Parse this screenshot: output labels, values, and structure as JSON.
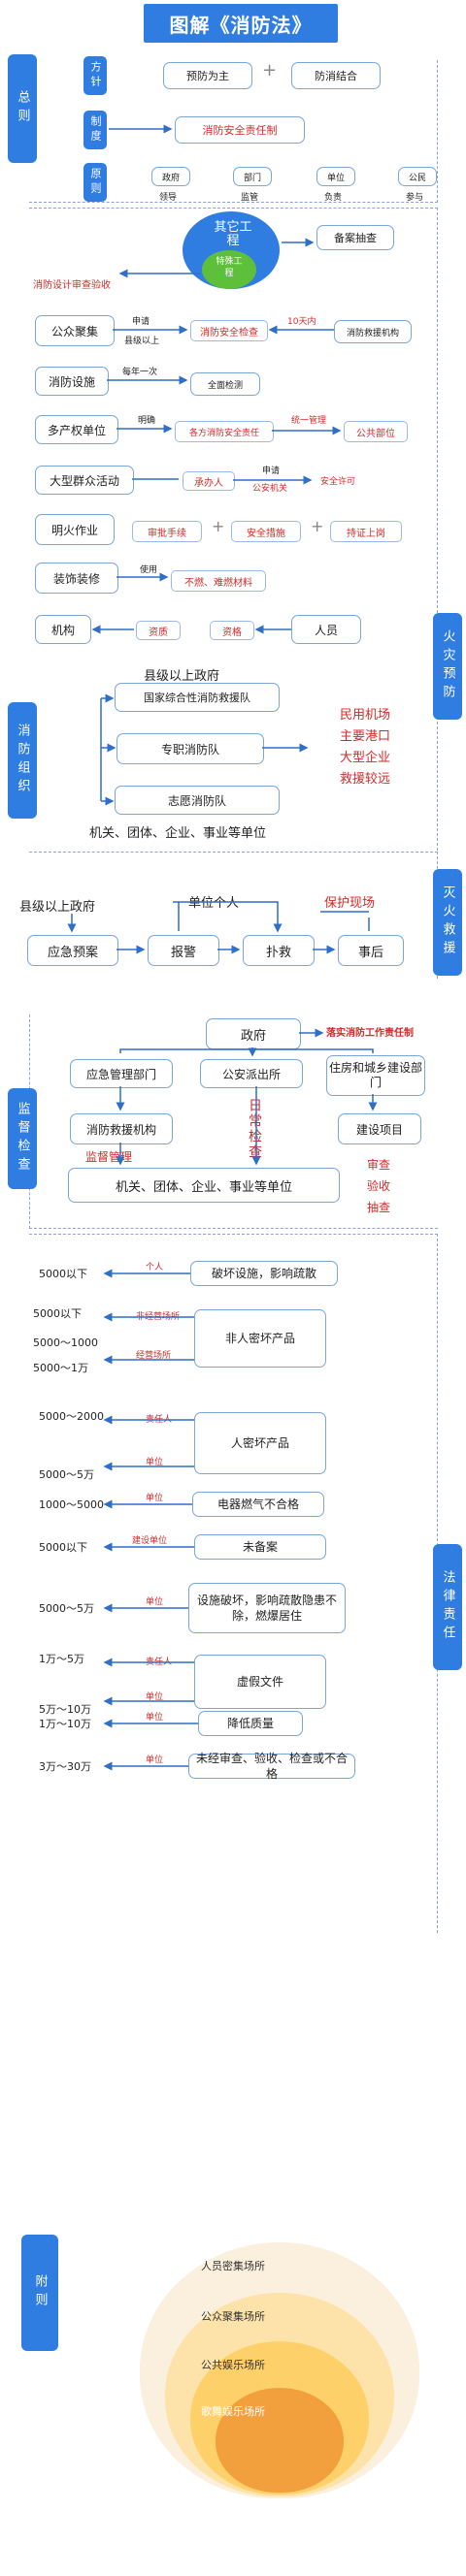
{
  "title": "图解《消防法》",
  "sections": {
    "general": "总则",
    "prevention": "火灾预防",
    "organization": "消防组织",
    "rescue": "灭火救援",
    "supervision": "监督检查",
    "liability": "法律责任",
    "appendix": "附则"
  },
  "general": {
    "policy_label": "方针",
    "policy_a": "预防为主",
    "policy_plus": "+",
    "policy_b": "防消结合",
    "system_label": "制度",
    "system_value": "消防安全责任制",
    "principle_label": "原则",
    "principles": [
      {
        "top": "政府",
        "bottom": "领导"
      },
      {
        "top": "部门",
        "bottom": "监管"
      },
      {
        "top": "单位",
        "bottom": "负责"
      },
      {
        "top": "公民",
        "bottom": "参与"
      }
    ]
  },
  "prevention": {
    "other_project": "其它工程",
    "special_project": "特殊工程",
    "filing": "备案抽查",
    "design_review": "消防设计审查验收",
    "gathering": "公众聚集",
    "apply": "申请",
    "county_above": "县级以上",
    "safety_check": "消防安全检查",
    "ten_days": "10天内",
    "rescue_agency": "消防救援机构",
    "facility": "消防设施",
    "yearly": "每年一次",
    "full_check": "全面检测",
    "multi_owner": "多产权单位",
    "clarify": "明确",
    "each_resp": "各方消防安全责任",
    "unified": "统一管理",
    "public_part": "公共部位",
    "large_event": "大型群众活动",
    "undertaker": "承办人",
    "apply2": "申请",
    "police_org": "公安机关",
    "safety_permit": "安全许可",
    "open_fire": "明火作业",
    "approval": "审批手续",
    "safety_measures": "安全措施",
    "certified": "持证上岗",
    "decoration": "装饰装修",
    "use": "使用",
    "nonflammable": "不燃、难燃材料",
    "institution": "机构",
    "qualification": "资质",
    "competence": "资格",
    "personnel": "人员"
  },
  "organization": {
    "gov": "县级以上政府",
    "national_team": "国家综合性消防救援队",
    "full_time": "专职消防队",
    "volunteer": "志愿消防队",
    "places": [
      "民用机场",
      "主要港口",
      "大型企业",
      "救援较远"
    ],
    "bottom": "机关、团体、企业、事业等单位"
  },
  "rescue": {
    "gov": "县级以上政府",
    "unit_person": "单位个人",
    "protect_scene": "保护现场",
    "plan": "应急预案",
    "alarm": "报警",
    "fight": "扑救",
    "after": "事后"
  },
  "supervision": {
    "gov": "政府",
    "implement": "落实消防工作责任制",
    "emergency_dept": "应急管理部门",
    "police_station": "公安派出所",
    "housing_dept": "住房和城乡建设部门",
    "rescue_agency": "消防救援机构",
    "daily_check": "日常检查",
    "construction": "建设项目",
    "supervise": "监督管理",
    "units": "机关、团体、企业、事业等单位",
    "review_items": [
      "审查",
      "验收",
      "抽查"
    ]
  },
  "liability": {
    "rows": [
      {
        "fines": [
          "5000以下"
        ],
        "tags": [
          "个人"
        ],
        "text": "破坏设施，影响疏散"
      },
      {
        "fines": [
          "5000以下",
          "5000～1000",
          "5000～1万"
        ],
        "tags": [
          "非经营场所",
          "经营场所"
        ],
        "text": "非人密坏产品"
      },
      {
        "fines": [
          "5000～2000",
          "5000～5万"
        ],
        "tags": [
          "责任人",
          "单位"
        ],
        "text": "人密坏产品"
      },
      {
        "fines": [
          "1000～5000"
        ],
        "tags": [
          "单位"
        ],
        "text": "电器燃气不合格"
      },
      {
        "fines": [
          "5000以下"
        ],
        "tags": [
          "建设单位"
        ],
        "text": "未备案"
      },
      {
        "fines": [
          "5000～5万"
        ],
        "tags": [
          "单位"
        ],
        "text": "设施破坏，影响疏散隐患不除，燃爆居住"
      },
      {
        "fines": [
          "1万～5万",
          "5万～10万"
        ],
        "tags": [
          "责任人",
          "单位"
        ],
        "text": "虚假文件"
      },
      {
        "fines": [
          "1万～10万"
        ],
        "tags": [
          "单位"
        ],
        "text": "降低质量"
      },
      {
        "fines": [
          "3万～30万"
        ],
        "tags": [
          "单位"
        ],
        "text": "未经审查、验收、检查或不合格"
      }
    ],
    "texts_split": {
      "facility_line1": "设施破坏，影响疏散",
      "facility_line2": "隐患不除，燃爆居住"
    }
  },
  "appendix": {
    "rings": [
      "人员密集场所",
      "公众聚集场所",
      "公共娱乐场所",
      "歌舞娱乐场所"
    ]
  },
  "colors": {
    "blue": "#2f7de1",
    "red": "#d22a2a",
    "green": "#5dbf3a"
  }
}
